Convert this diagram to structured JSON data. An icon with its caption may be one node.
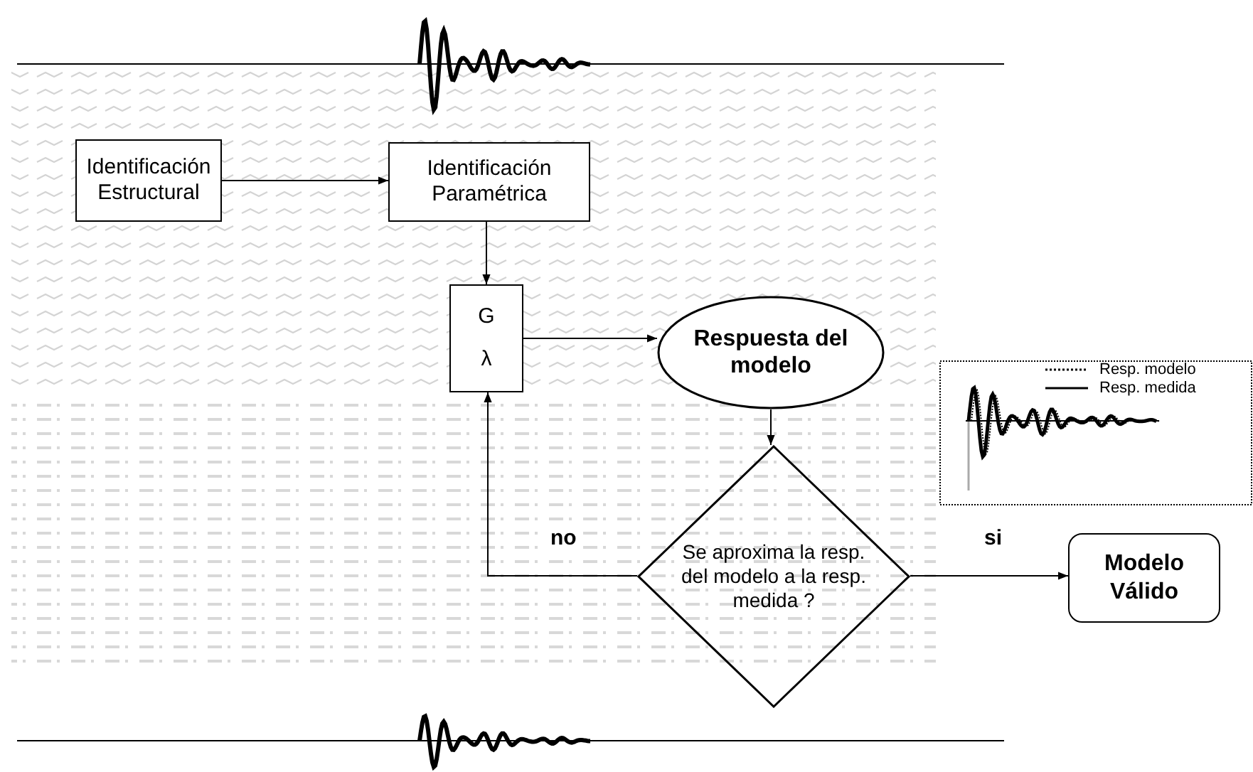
{
  "diagram": {
    "nodes": [
      {
        "text": [
          "Identificación Estructural"
        ]
      },
      {
        "text": [
          "Identificación Paramétrica"
        ]
      },
      {
        "text": [
          "G",
          "λ"
        ]
      },
      {
        "text": [
          "Respuesta del modelo"
        ]
      },
      {
        "text": [
          "Se aproxima la resp. del modelo a la resp. medida ?"
        ]
      },
      {
        "text": [
          "Modelo Válido"
        ]
      }
    ],
    "edges": [
      {
        "from": 0,
        "to": 1,
        "arrow": "to"
      },
      {
        "from": 1,
        "to": 2,
        "arrow": "to"
      },
      {
        "from": 2,
        "to": 3,
        "arrow": "to"
      },
      {
        "from": 3,
        "to": 4,
        "arrow": "to"
      },
      {
        "from": 4,
        "to": 5,
        "arrow": "to",
        "label": "si"
      },
      {
        "from": 4,
        "to": 2,
        "arrow": "to",
        "label": "no"
      }
    ],
    "legend": [
      {
        "text": "Resp. modelo"
      },
      {
        "text": "Resp. medida"
      }
    ]
  }
}
